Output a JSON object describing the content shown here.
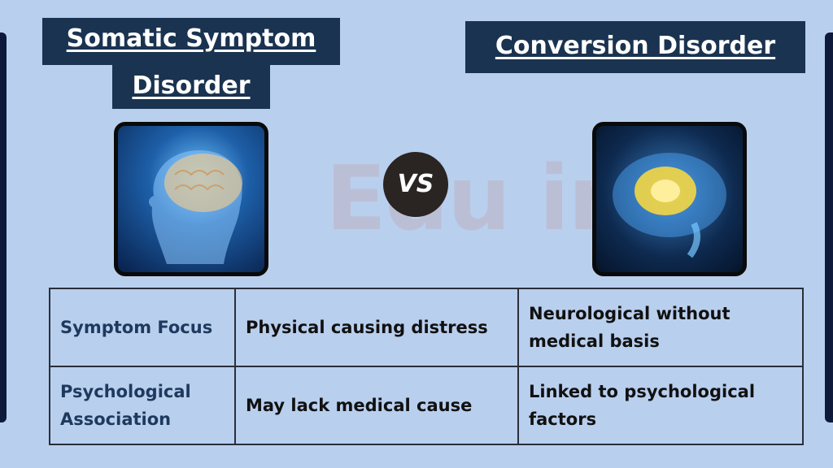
{
  "left_title": {
    "line1": "Somatic Symptom",
    "line2": "Disorder"
  },
  "right_title": "Conversion Disorder",
  "vs_label": "VS",
  "watermark": "Edu inp",
  "rows": [
    {
      "label": "Symptom Focus",
      "left": "Physical causing distress",
      "right": "Neurological without medical basis"
    },
    {
      "label": "Psychological Association",
      "left": "May lack medical cause",
      "right": "Linked to psychological factors"
    }
  ],
  "colors": {
    "title_bg": "#1a3350",
    "background": "#b9cfee",
    "label_text": "#1d3a5e"
  }
}
